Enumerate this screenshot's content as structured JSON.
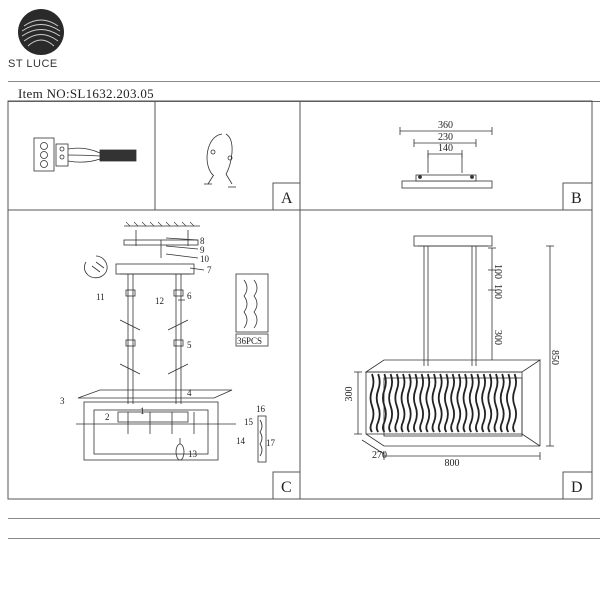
{
  "brand": {
    "name": "ST LUCE"
  },
  "item": {
    "label": "Item NO:SL1632.203.05"
  },
  "panels": {
    "a": "A",
    "b": "B",
    "c": "C",
    "d": "D"
  },
  "dims_b": {
    "w1": "360",
    "w2": "230",
    "w3": "140"
  },
  "parts_c": {
    "p8": "8",
    "p9": "9",
    "p10": "10",
    "p7": "7",
    "p11": "11",
    "p12": "12",
    "p6": "6",
    "p5": "5",
    "p4": "4",
    "p3": "3",
    "p2": "2",
    "p1": "1",
    "p13": "13",
    "p14": "14",
    "p15": "15",
    "p16": "16",
    "p17": "17",
    "pcs": "36PCS"
  },
  "dims_d": {
    "h100a": "100",
    "h100b": "100",
    "h300": "300",
    "h850": "850",
    "s300": "300",
    "d270": "270",
    "w800": "800"
  }
}
